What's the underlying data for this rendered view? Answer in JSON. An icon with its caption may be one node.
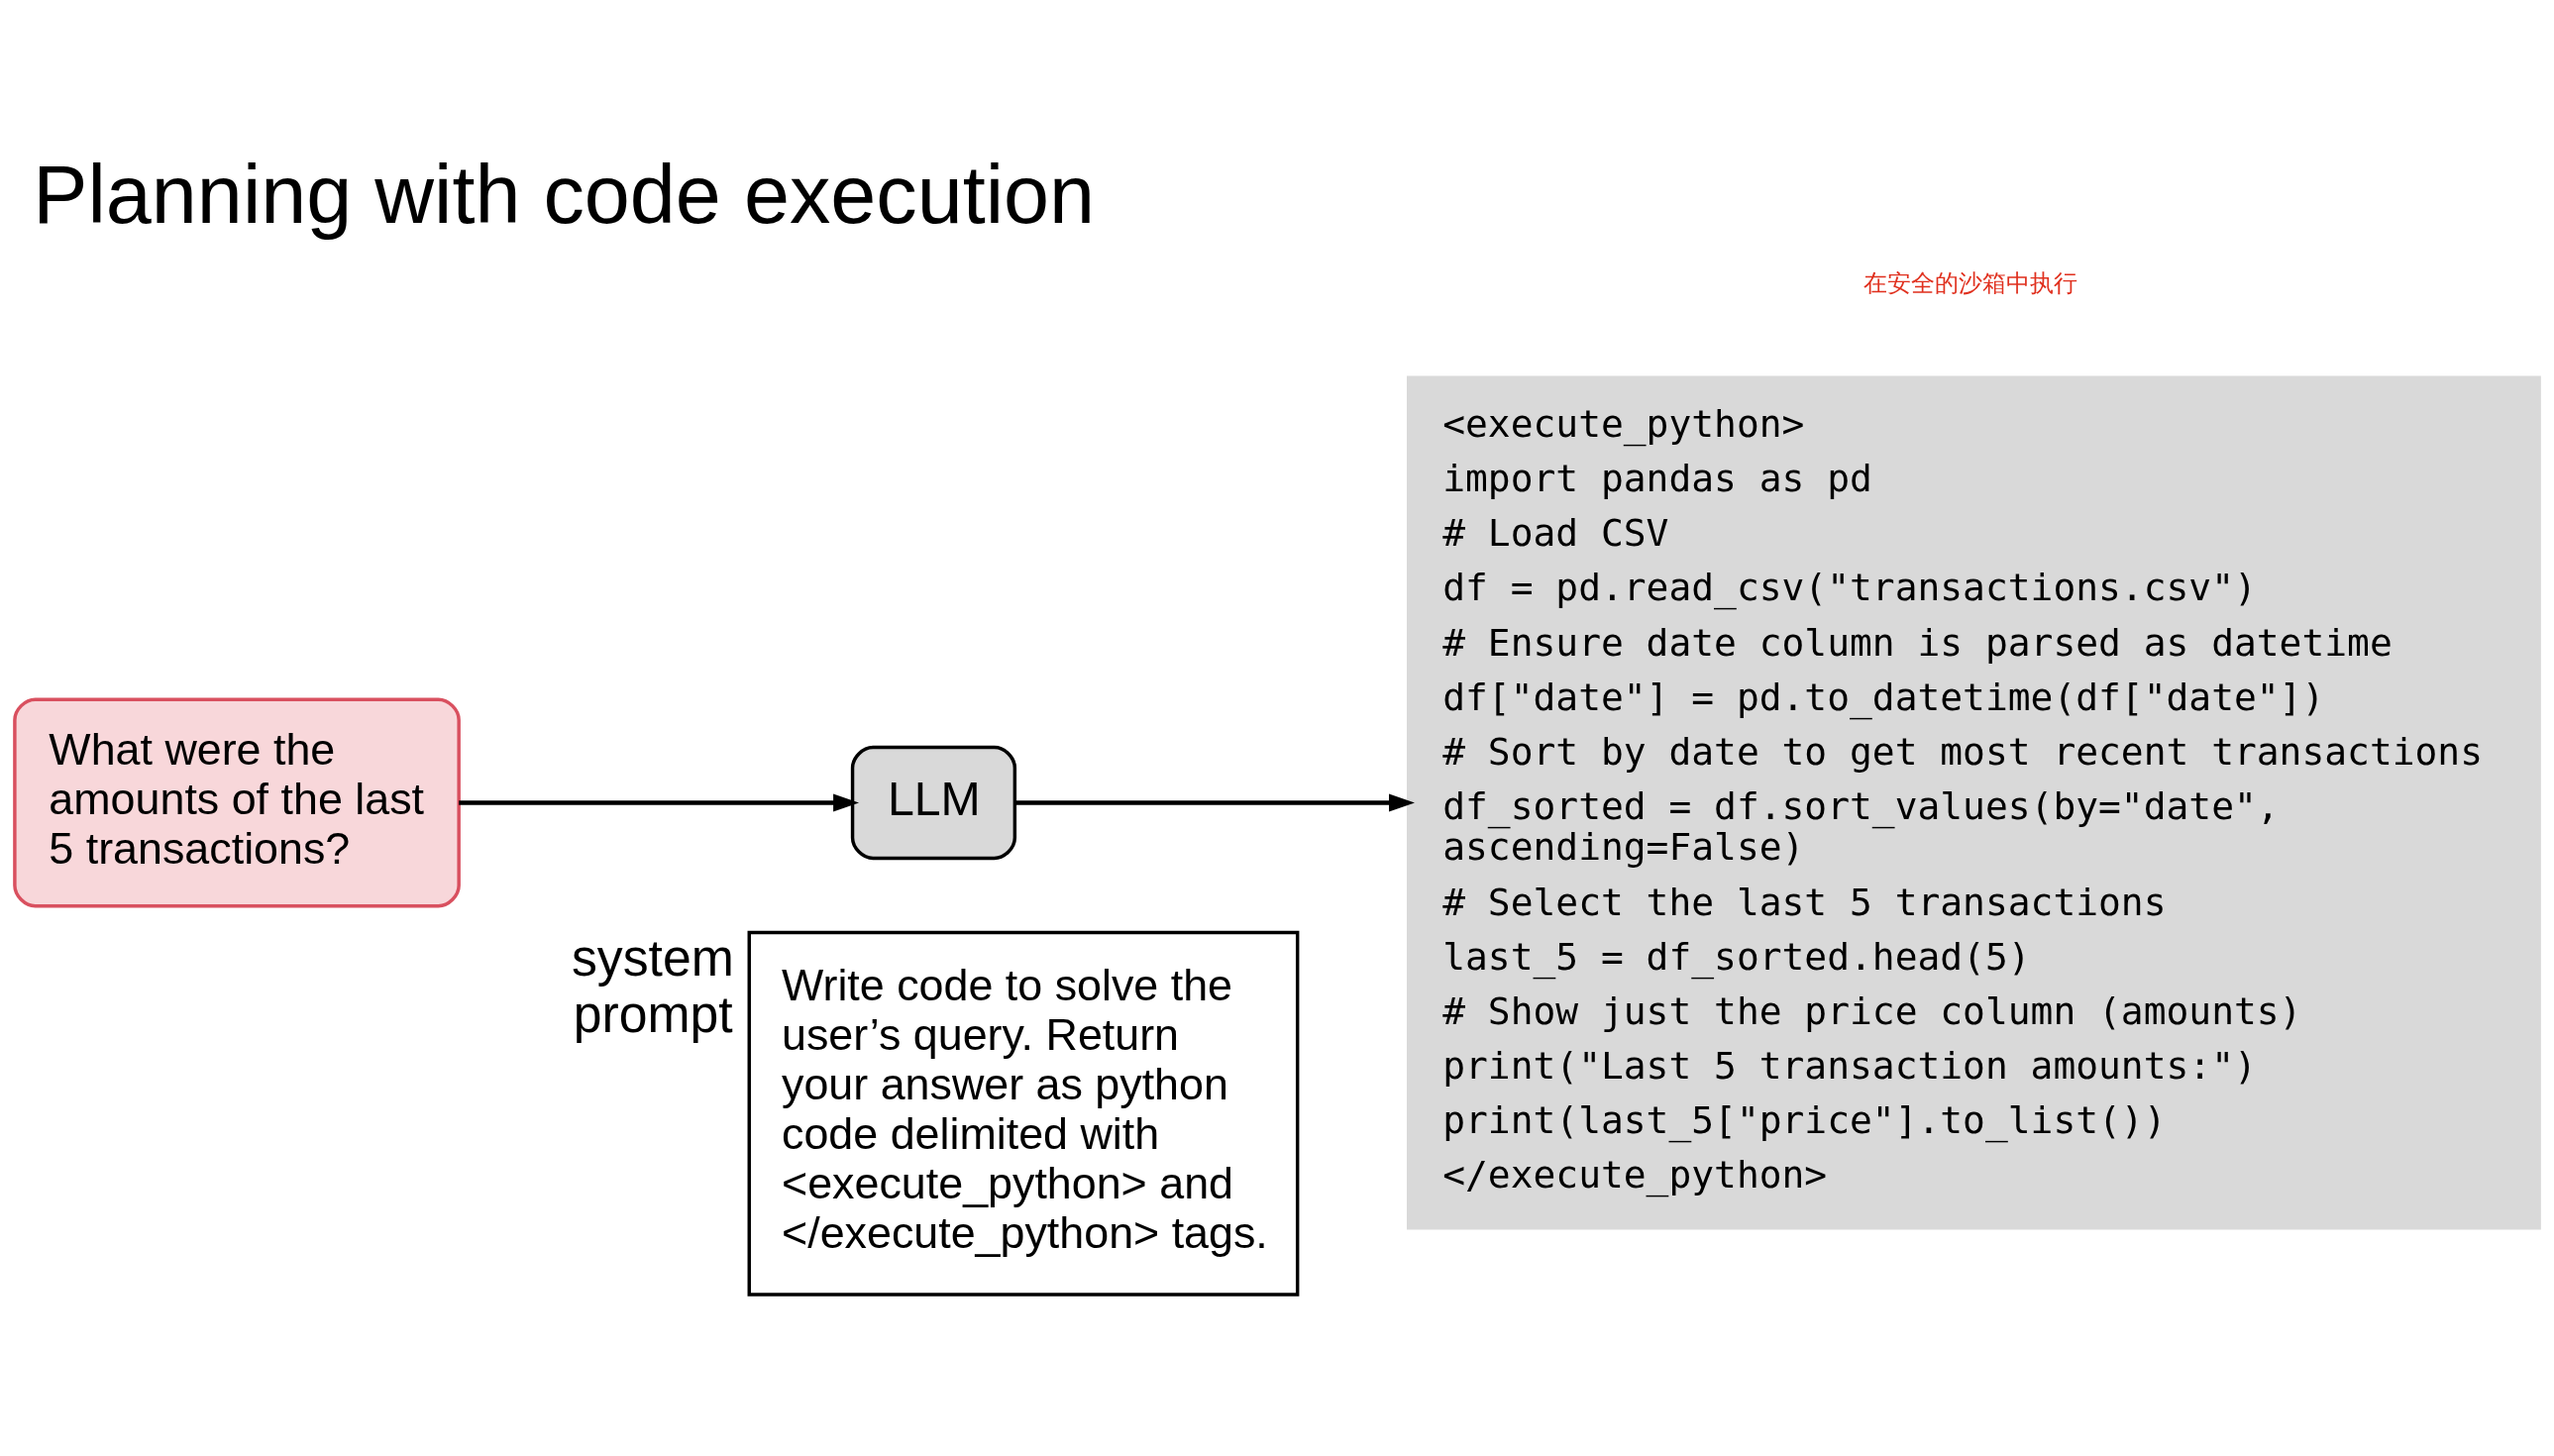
{
  "diagram": {
    "title": "Planning with code execution",
    "nodes": [
      {
        "text": [
          "Write code to solve the user’s query. Return your answer as python code delimited with <execute_python> and </execute_python> tags."
        ],
        "beside": [
          "system prompt"
        ]
      },
      {
        "text": [
          "What were the amounts of the last 5 transactions?"
        ]
      },
      {
        "text": [
          "LLM"
        ]
      },
      {
        "text": [
          "<execute_python>",
          "import pandas as pd",
          "# Load CSV",
          "df = pd.read_csv(\"transactions.csv\")",
          "# Ensure date column is parsed as datetime",
          "df[\"date\"] = pd.to_datetime(df[\"date\"])",
          "# Sort by date to get most recent transactions",
          "df_sorted = df.sort_values(by=\"date\", ascending=False)",
          "# Select the last 5 transactions",
          "last_5 = df_sorted.head(5)",
          "# Show just the price column (amounts)",
          "print(\"Last 5 transaction amounts:\")",
          "print(last_5[\"price\"].to_list())",
          "</execute_python>"
        ]
      }
    ],
    "edges": [
      {
        "from": 1,
        "to": 2,
        "arrow": "to"
      },
      {
        "from": 2,
        "to": 3,
        "arrow": "to"
      }
    ],
    "labels": [
      "在安全的沙箱中执行"
    ]
  }
}
